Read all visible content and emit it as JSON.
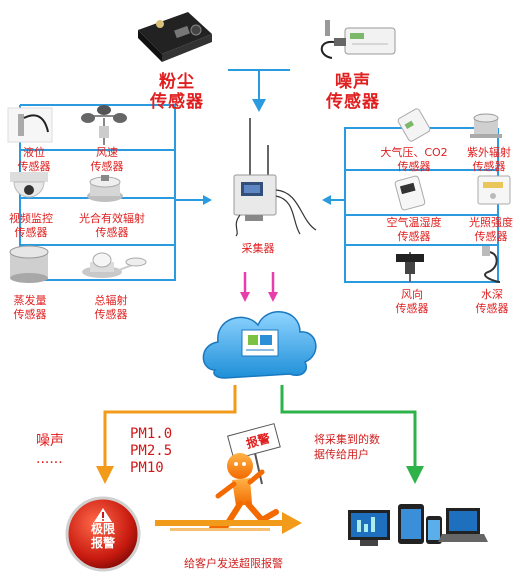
{
  "colors": {
    "line_blue": "#2b9be0",
    "text_red": "#e02020",
    "arrow_orange": "#f29a1a",
    "arrow_green": "#2db34a",
    "arrow_pink": "#e83eab",
    "cloud_blue": "#3aa7e6"
  },
  "top_sensors": {
    "dust_line1": "粉尘",
    "dust_line2": "传感器",
    "noise_line1": "噪声",
    "noise_line2": "传感器"
  },
  "left_sensors": [
    {
      "line1": "液位",
      "line2": "传感器",
      "icon": "level-sensor-icon"
    },
    {
      "line1": "风速",
      "line2": "传感器",
      "icon": "anemometer-icon"
    },
    {
      "line1": "视频监控",
      "line2": "传感器",
      "icon": "camera-icon"
    },
    {
      "line1": "光合有效辐射",
      "line2": "传感器",
      "icon": "par-sensor-icon"
    },
    {
      "line1": "蒸发量",
      "line2": "传感器",
      "icon": "evaporation-pan-icon"
    },
    {
      "line1": "总辐射",
      "line2": "传感器",
      "icon": "radiation-sensor-icon"
    }
  ],
  "right_sensors": [
    {
      "line1": "大气压、CO2",
      "line2": "传感器",
      "icon": "pressure-co2-sensor-icon"
    },
    {
      "line1": "紫外辐射",
      "line2": "传感器",
      "icon": "uv-sensor-icon"
    },
    {
      "line1": "空气温湿度",
      "line2": "传感器",
      "icon": "temp-humidity-sensor-icon"
    },
    {
      "line1": "光照强度",
      "line2": "传感器",
      "icon": "light-sensor-icon"
    },
    {
      "line1": "风向",
      "line2": "传感器",
      "icon": "wind-vane-icon"
    },
    {
      "line1": "水深",
      "line2": "传感器",
      "icon": "water-depth-sensor-icon"
    }
  ],
  "collector_label": "采集器",
  "noise_note": {
    "line1": "噪声",
    "line2": "......"
  },
  "pm_list": [
    "PM1.0",
    "PM2.5",
    "PM10"
  ],
  "alarm_sign": "报警",
  "limit_alarm": {
    "line1": "极限",
    "line2": "报警"
  },
  "send_client": "给客户发送超限报警",
  "send_user": {
    "line1": "将采集到的数",
    "line2": "据传给用户"
  }
}
